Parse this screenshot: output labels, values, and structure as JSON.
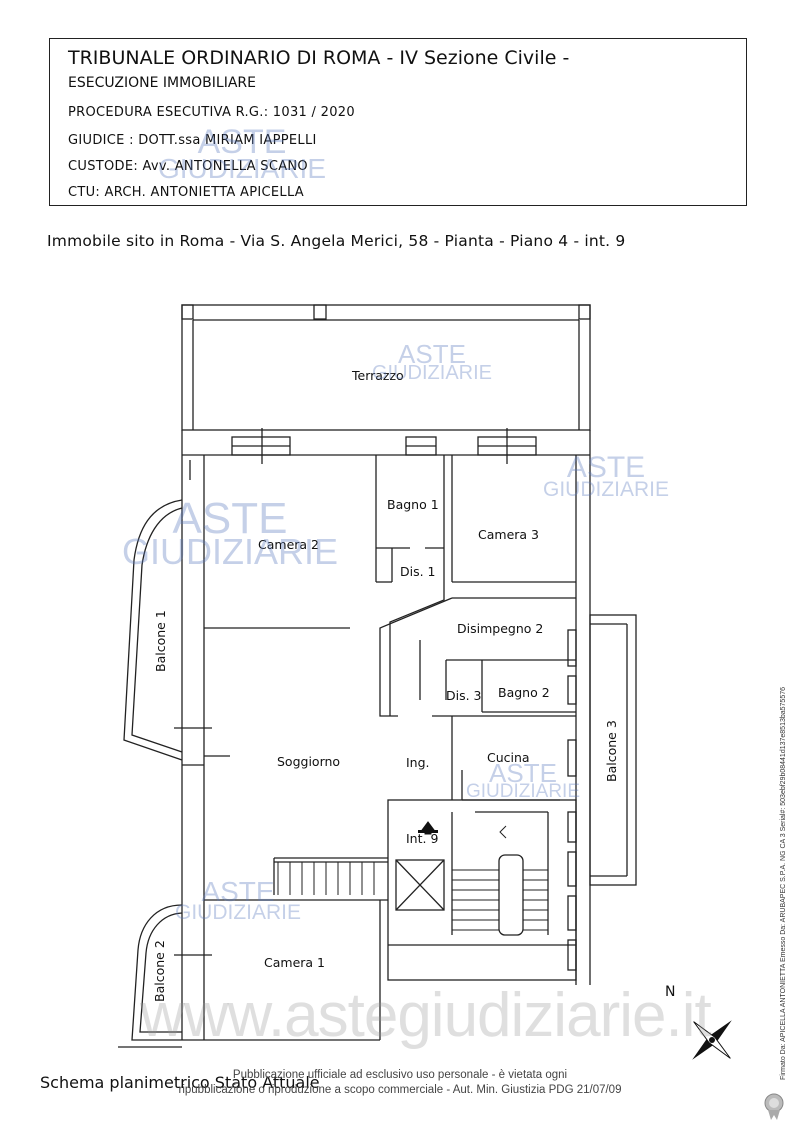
{
  "header": {
    "title": "TRIBUNALE ORDINARIO DI ROMA - IV Sezione Civile -",
    "subtitle": "ESECUZIONE IMMOBILIARE",
    "lines": [
      "PROCEDURA ESECUTIVA R.G.: 1031 / 2020",
      "GIUDICE : DOTT.ssa MIRIAM IAPPELLI",
      "CUSTODE: Avv. ANTONELLA SCANO",
      "CTU: ARCH. ANTONIETTA APICELLA"
    ]
  },
  "address": "Immobile sito in Roma - Via S. Angela Merici, 58 - Pianta - Piano 4 - int. 9",
  "rooms": {
    "terrazzo": "Terrazzo",
    "bagno1": "Bagno 1",
    "camera3": "Camera 3",
    "camera2": "Camera 2",
    "dis1": "Dis. 1",
    "disimpegno2": "Disimpegno 2",
    "balcone1": "Balcone 1",
    "dis3": "Dis. 3",
    "bagno2": "Bagno 2",
    "balcone3": "Balcone 3",
    "soggiorno": "Soggiorno",
    "ing": "Ing.",
    "cucina": "Cucina",
    "int9": "Int. 9",
    "camera1": "Camera 1",
    "balcone2": "Balcone 2"
  },
  "compass_label": "N",
  "watermark": {
    "line1": "ASTE",
    "line2": "GIUDIZIARIE",
    "site": "www.astegiudiziarie.it"
  },
  "footer": {
    "title": "Schema planimetrico Stato Attuale",
    "note_line1": "Pubblicazione ufficiale ad esclusivo uso personale - è vietata ogni",
    "note_line2": "ripubblicazione o riproduzione a scopo commerciale - Aut. Min. Giustizia PDG 21/07/09"
  },
  "side_signature": "Firmato Da: APICELLA ANTONIETTA Emesso Da: ARUBAPEC S.P.A. NG CA 3 Serial#: 503ebf29b08441d137e8513ba575576"
}
